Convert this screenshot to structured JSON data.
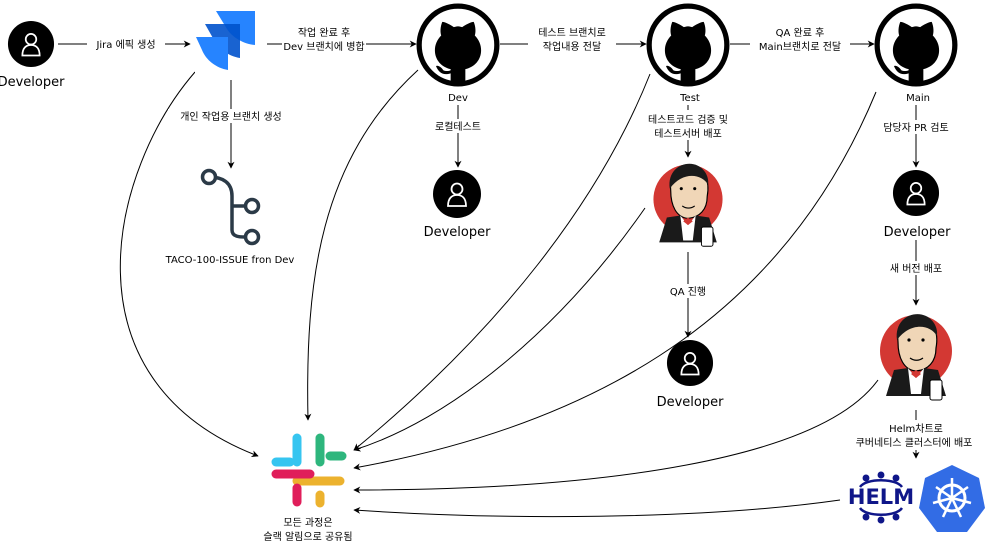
{
  "nodes": {
    "developer_top": "Developer",
    "developer_dev": "Developer",
    "developer_qa": "Developer",
    "developer_main": "Developer",
    "branch_issue": "TACO-100-ISSUE fron Dev",
    "repo_dev": "Dev",
    "repo_test": "Test",
    "repo_main": "Main",
    "slack_line1": "모든 과정은",
    "slack_line2": "슬랙 알림으로 공유됨",
    "helm": "HELM"
  },
  "edges": {
    "jira_epic": "Jira 에픽 생성",
    "merge_line1": "작업 완료 후",
    "merge_line2": "Dev 브랜치에 병합",
    "to_test_line1": "테스트 브랜치로",
    "to_test_line2": "작업내용 전달",
    "to_main_line1": "QA 완료 후",
    "to_main_line2": "Main브랜치로 전달",
    "create_branch": "개인 작업용 브랜치 생성",
    "local_test": "로컬테스트",
    "test_deploy_line1": "테스트코드 검증 및",
    "test_deploy_line2": "테스트서버 배포",
    "qa": "QA 진행",
    "pr_review": "담당자 PR 검토",
    "new_release": "새 버전 배포",
    "helm_line1": "Helm차트로",
    "helm_line2": "쿠버네티스 클러스터에 배포"
  },
  "colors": {
    "jira_dark": "#2684FF",
    "jira_light": "#0052CC",
    "slack_red": "#E01E5A",
    "slack_green": "#2EB67D",
    "slack_blue": "#36C5F0",
    "slack_yellow": "#ECB22E",
    "jenkins_red": "#D33833",
    "helm_blue": "#0F1689",
    "k8s_blue": "#326CE5",
    "branch_gray": "#2B3A47"
  },
  "icons": [
    "user-icon",
    "jira-icon",
    "github-icon",
    "jenkins-icon",
    "git-branch-icon",
    "slack-icon",
    "helm-icon",
    "kubernetes-icon"
  ]
}
